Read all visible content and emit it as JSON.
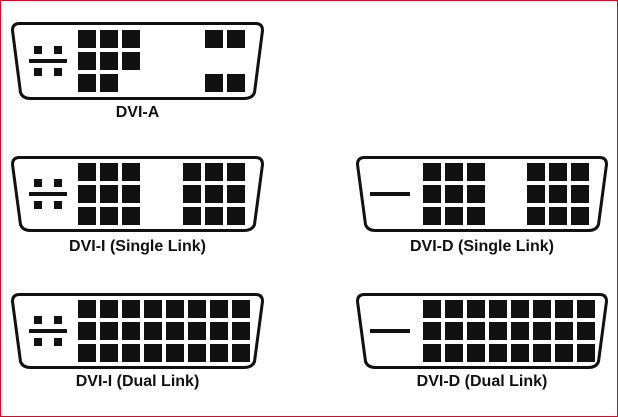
{
  "colors": {
    "ink": "#111111",
    "paper": "#ffffff",
    "frame": "#c8102e"
  },
  "connectors": [
    {
      "id": "dvi-a",
      "label": "DVI-A",
      "ground": "cross",
      "pins": {
        "rows": 3,
        "digital_cols": 3,
        "digital_missing": [
          [
            2,
            2
          ]
        ],
        "analog_cols": 2,
        "analog_missing": [
          [
            1,
            0
          ],
          [
            1,
            1
          ]
        ]
      }
    },
    {
      "id": "dvi-i-single",
      "label": "DVI-I (Single Link)",
      "ground": "cross",
      "pins": {
        "rows": 3,
        "digital_cols": 3,
        "digital_missing": [],
        "analog_cols": 3,
        "analog_missing": []
      }
    },
    {
      "id": "dvi-d-single",
      "label": "DVI-D (Single Link)",
      "ground": "bar",
      "pins": {
        "rows": 3,
        "digital_cols": 3,
        "digital_missing": [],
        "analog_cols": 3,
        "analog_missing": []
      }
    },
    {
      "id": "dvi-i-dual",
      "label": "DVI-I (Dual Link)",
      "ground": "cross",
      "pins": {
        "rows": 3,
        "digital_cols": 8,
        "digital_missing": [],
        "analog_cols": 0,
        "analog_missing": []
      }
    },
    {
      "id": "dvi-d-dual",
      "label": "DVI-D (Dual Link)",
      "ground": "bar",
      "pins": {
        "rows": 3,
        "digital_cols": 8,
        "digital_missing": [],
        "analog_cols": 0,
        "analog_missing": []
      }
    }
  ]
}
